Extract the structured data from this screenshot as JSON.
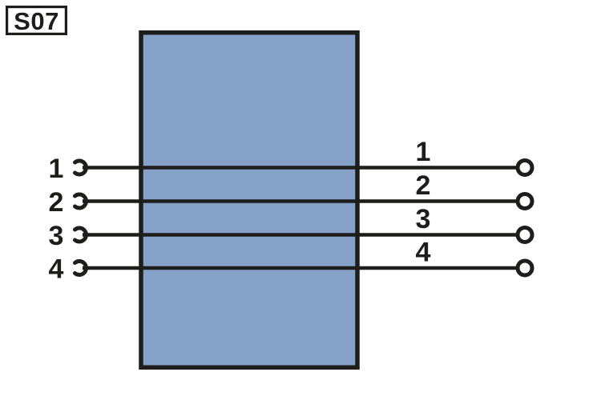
{
  "title_box": {
    "label": "S07"
  },
  "colors": {
    "background": "#FFFFFF",
    "line": "#1D1D1B",
    "component_fill": "#87A2C8"
  },
  "component": {
    "kind": "connector-block"
  },
  "pins": [
    {
      "left_label": "1",
      "right_label": "1"
    },
    {
      "left_label": "2",
      "right_label": "2"
    },
    {
      "left_label": "3",
      "right_label": "3"
    },
    {
      "left_label": "4",
      "right_label": "4"
    }
  ]
}
